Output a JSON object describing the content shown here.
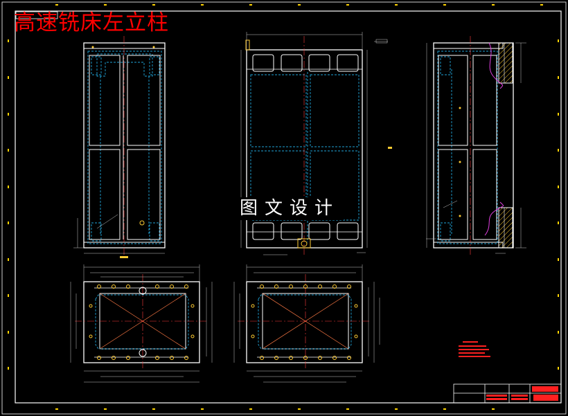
{
  "drawing": {
    "title": "高速铣床左立柱",
    "watermark": "图文设计",
    "colors": {
      "background": "#000000",
      "outline": "#ffffff",
      "hidden_lines": "#1fa3d8",
      "center_lines": "#ff3b3b",
      "dimensions": "#c8c8c8",
      "hatch": "#ffcc33",
      "break_lines": "#e040e0",
      "title_text": "#ff0000"
    },
    "views": [
      "front-view",
      "side-view",
      "section-view",
      "top-view-left",
      "top-view-right"
    ]
  }
}
